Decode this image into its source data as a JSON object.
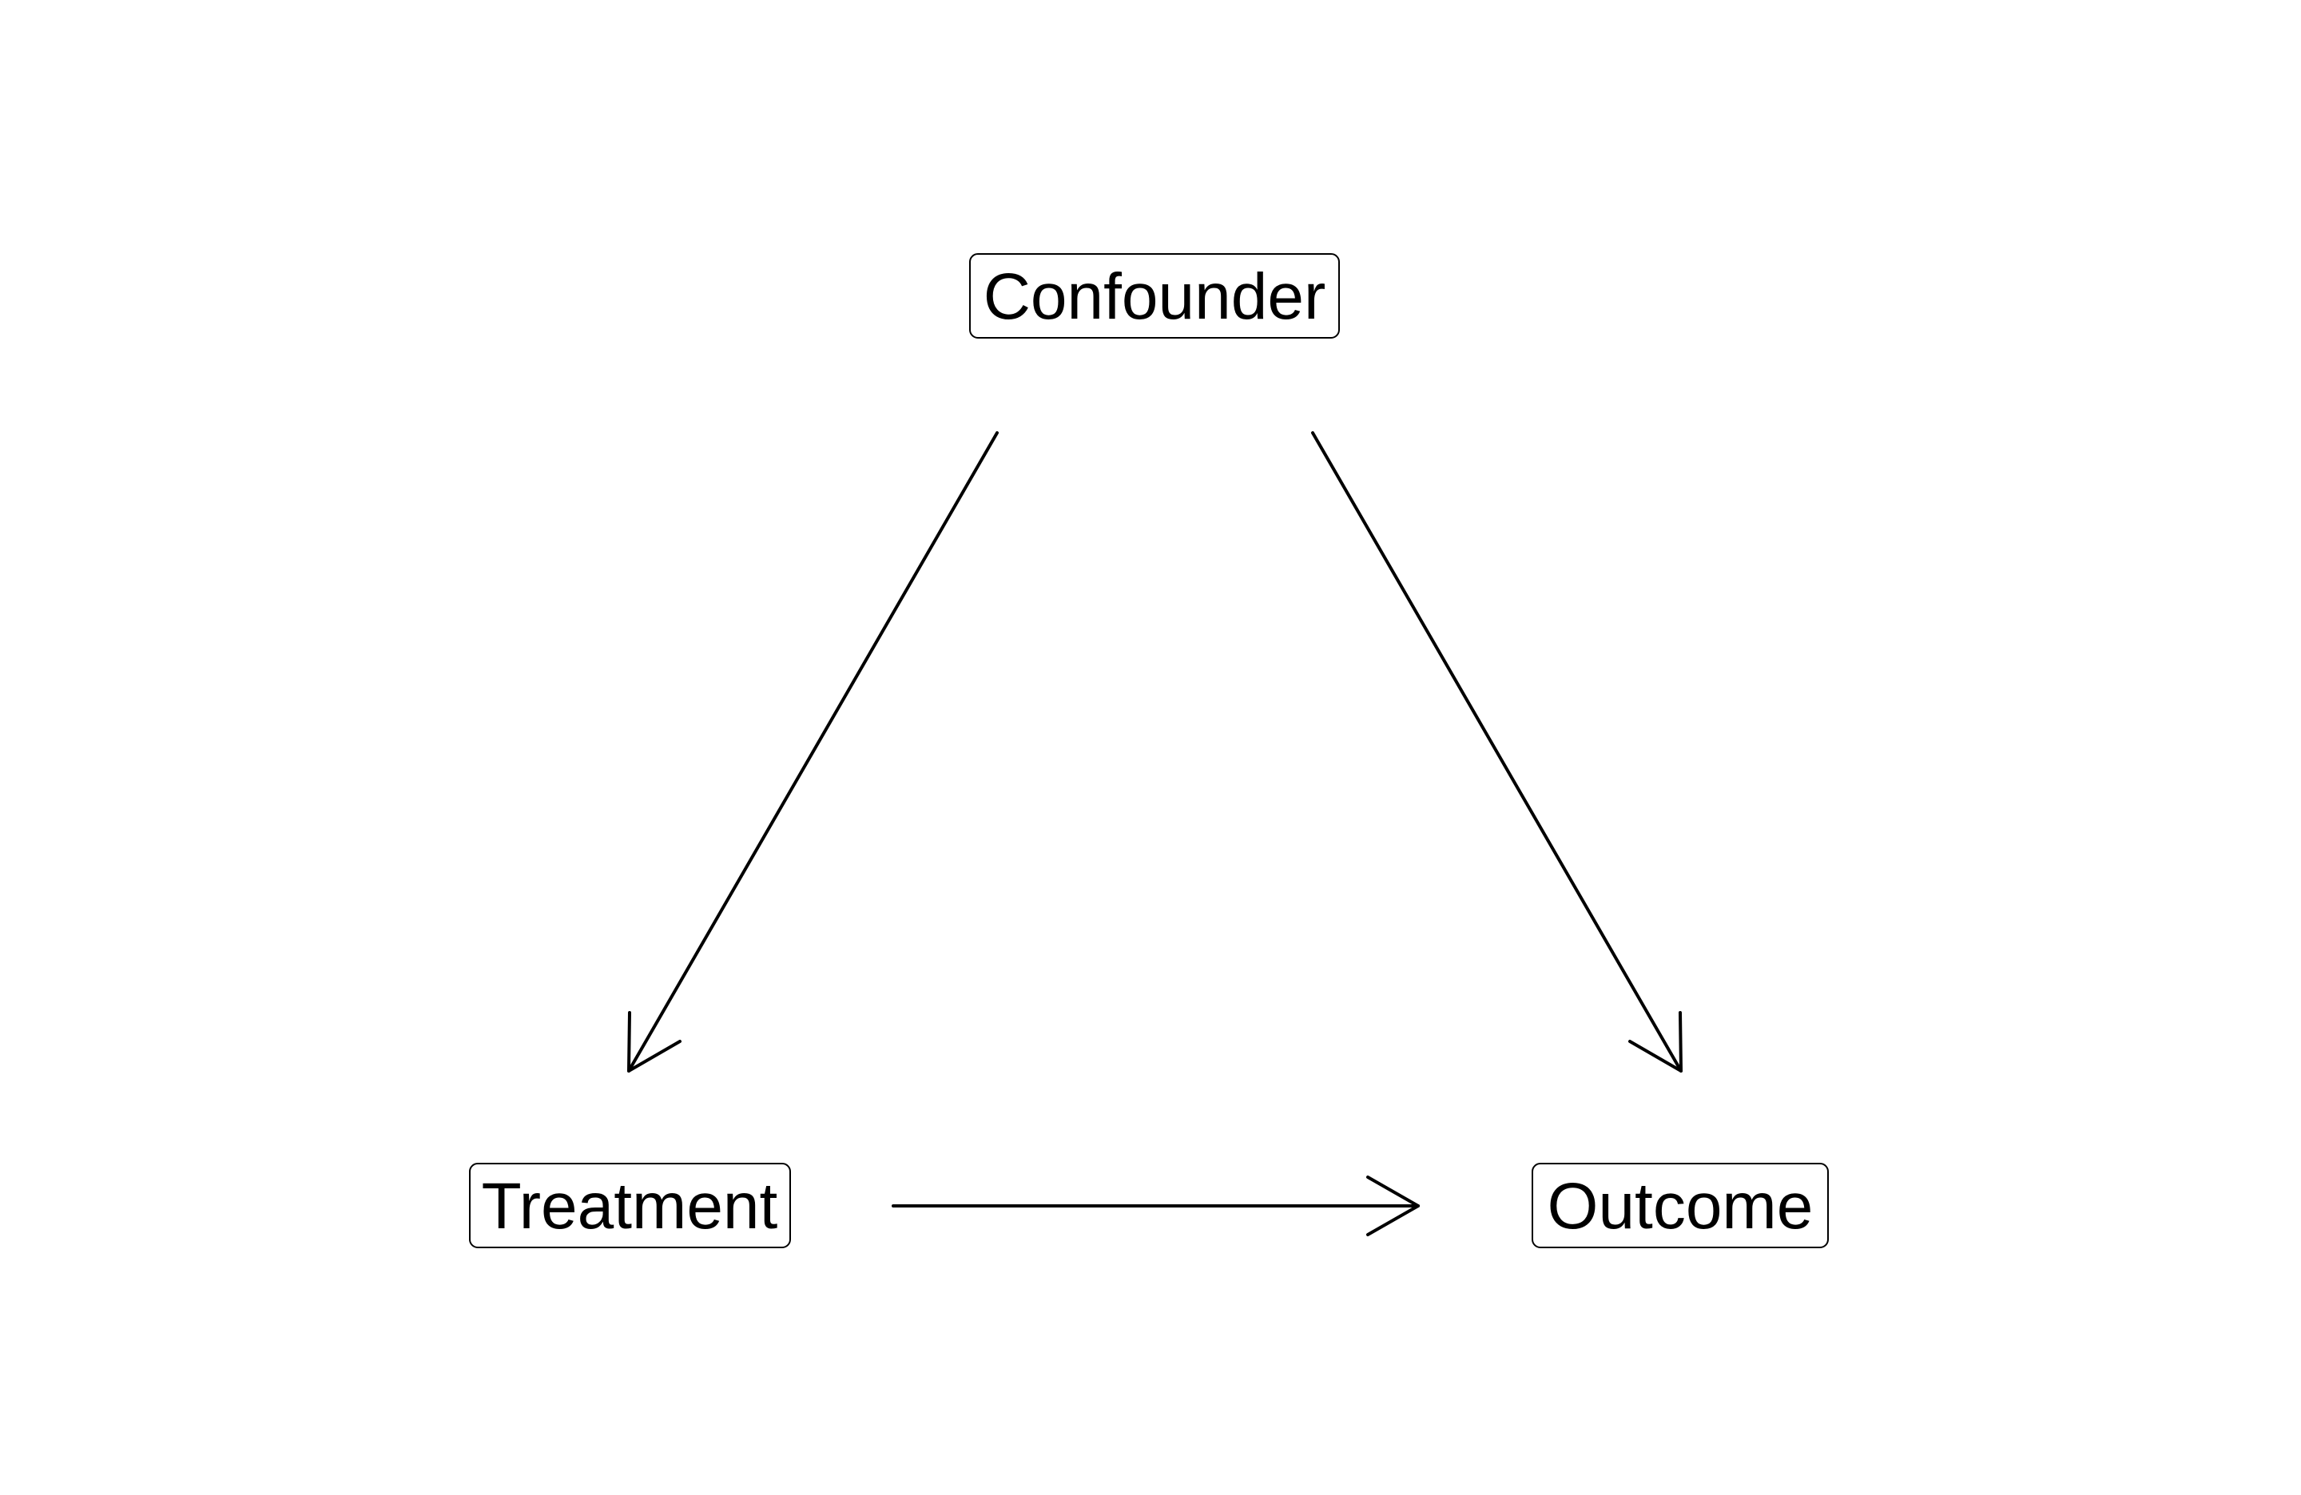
{
  "diagram": {
    "nodes": [
      {
        "id": "confounder",
        "label": "Confounder"
      },
      {
        "id": "treatment",
        "label": "Treatment"
      },
      {
        "id": "outcome",
        "label": "Outcome"
      }
    ],
    "edges": [
      {
        "from": "confounder",
        "to": "treatment"
      },
      {
        "from": "confounder",
        "to": "outcome"
      },
      {
        "from": "treatment",
        "to": "outcome"
      }
    ]
  }
}
